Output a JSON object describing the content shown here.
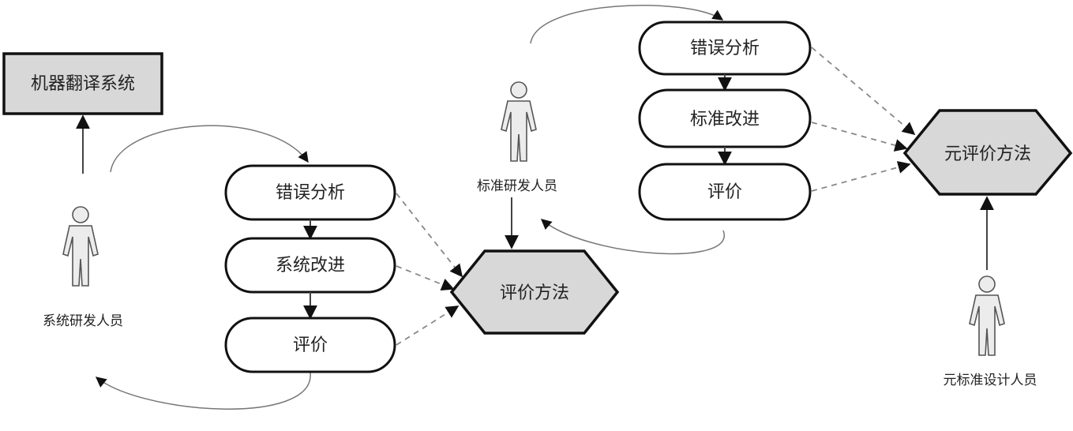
{
  "mt_system": {
    "label": "机器翻译系统"
  },
  "system_dev": {
    "person_label": "系统研发人员",
    "steps": [
      "错误分析",
      "系统改进",
      "评价"
    ],
    "method_label": "评价方法"
  },
  "standard_dev": {
    "person_label": "标准研发人员",
    "steps": [
      "错误分析",
      "标准改进",
      "评价"
    ],
    "method_label": "元评价方法"
  },
  "meta_standard_designer": {
    "person_label": "元标准设计人员"
  },
  "colors": {
    "box_fill": "#d8d8d8",
    "stroke": "#111111",
    "arrow": "#444444",
    "dashed": "#888888"
  }
}
